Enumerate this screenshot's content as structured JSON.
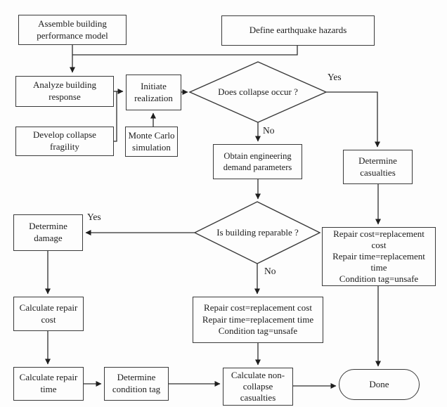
{
  "figure": {
    "type": "flowchart",
    "description": "Performance-based earthquake assessment procedure flowchart",
    "colors": {
      "background": "#fdfdfd",
      "line": "#2e2e2e",
      "border": "#3a3a3a",
      "text": "#1c1c1c"
    }
  },
  "nodes": {
    "assemble": "Assemble building\nperformance model",
    "define": "Define earthquake hazards",
    "analyze": "Analyze building\nresponse",
    "initiate": "Initiate\nrealization",
    "develop": "Develop collapse\nfragility",
    "monte": "Monte Carlo\nsimulation",
    "collapse_q": "Does collapse occur ?",
    "obtain": "Obtain engineering\ndemand parameters",
    "casualties": "Determine\ncasualties",
    "reparable_q": "Is building reparable ?",
    "damage": "Determine\ndamage",
    "repair_right": "Repair cost=replacement\ncost\nRepair time=replacement\ntime\nCondition tag=unsafe",
    "repair_cost": "Calculate repair\ncost",
    "repair_mid": "Repair cost=replacement cost\nRepair time=replacement time\nCondition tag=unsafe",
    "repair_time": "Calculate repair\ntime",
    "condition_tag": "Determine\ncondition tag",
    "noncollapse": "Calculate non-\ncollapse\ncasualties",
    "done": "Done"
  },
  "edge_labels": {
    "collapse_yes": "Yes",
    "collapse_no": "No",
    "reparable_yes": "Yes",
    "reparable_no": "No"
  }
}
